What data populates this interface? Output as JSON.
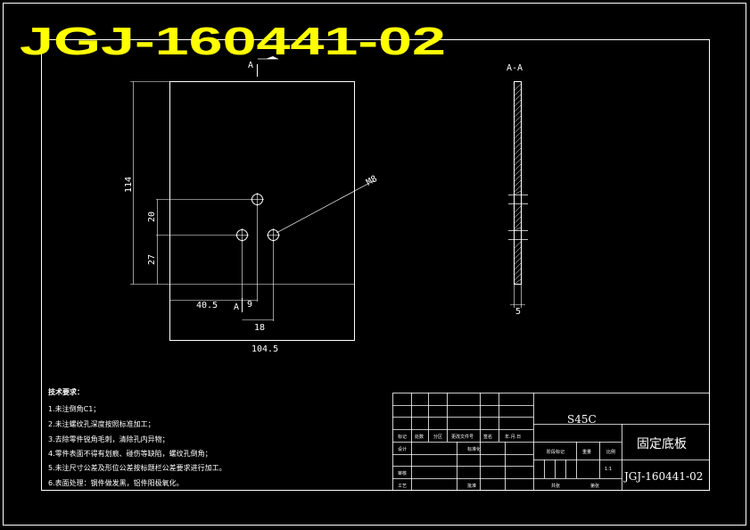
{
  "title": "JGJ-160441-02",
  "section": {
    "marker": "A",
    "view_title": "A-A"
  },
  "dimensions": {
    "height_total": "114",
    "v_20": "20",
    "v_27": "27",
    "h_40_5": "40.5",
    "h_9": "9",
    "h_18": "18",
    "width_total": "104.5",
    "thread": "M8",
    "thickness": "5"
  },
  "notes": {
    "heading": "技术要求：",
    "items": [
      "1.未注倒角C1；",
      "2.未注螺纹孔深度按照标准加工；",
      "3.去除零件锐角毛刺，清除孔内异物；",
      "4.零件表面不得有划痕、碰伤等缺陷，螺纹孔倒角；",
      "5.未注尺寸公差及形位公差按标题栏公差要求进行加工。",
      "6.表面处理：钢件做发黑，铝件阳极氧化。"
    ]
  },
  "titleblock": {
    "material": "S45C",
    "part_name": "固定底板",
    "drawing_no": "JGJ-160441-02",
    "scale": "1:1",
    "hdr": [
      "标记",
      "处数",
      "分区",
      "更改文件号",
      "签名",
      "年.月.日"
    ],
    "design": "设计",
    "standardize": "标准化",
    "review": "审核",
    "process": "工艺",
    "approve": "批准",
    "stage": "阶段标记",
    "weight": "重量",
    "ratio": "比例",
    "sheets": "共张",
    "sheet_of": "第张"
  }
}
